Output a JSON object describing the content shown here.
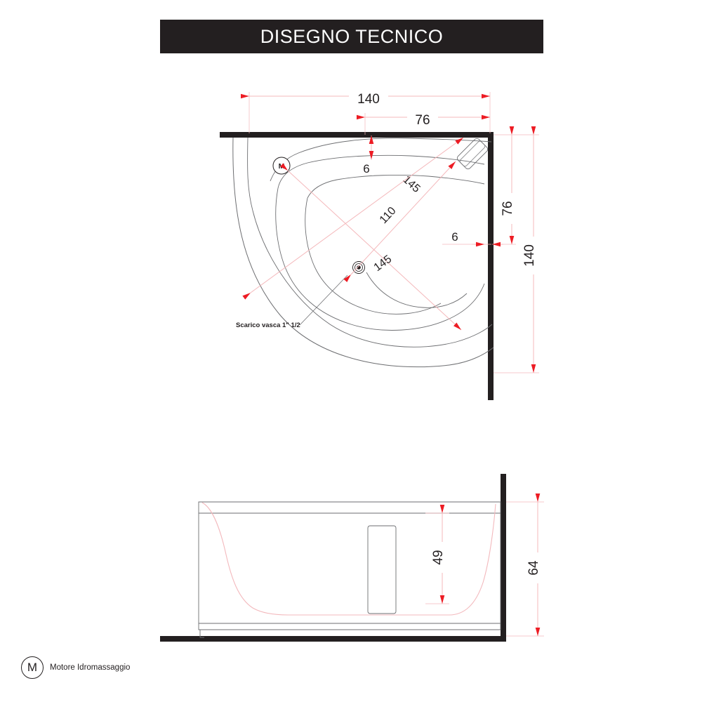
{
  "header": {
    "title": "DISEGNO TECNICO"
  },
  "colors": {
    "banner_background": "#231f20",
    "banner_text": "#ffffff",
    "dimension_red": "#ed1c24",
    "dimension_line": "#f4b8bb",
    "outline_gray": "#6d6e71",
    "wall_dark": "#231f20",
    "profile_pink": "#f3b9bd",
    "page_background": "#ffffff"
  },
  "plan_view": {
    "name": "corner-bathtub-plan",
    "dimensions": {
      "top_overall": "140",
      "top_inner": "76",
      "top_offset": "6",
      "right_offset": "6",
      "right_inner": "76",
      "right_overall": "140",
      "diagonal_outer_upper": "145",
      "diagonal_inner": "110",
      "diagonal_outer_lower": "145"
    },
    "annotations": {
      "drain_label": "Scarico vasca 1\" 1/2",
      "motor_marker": "M"
    }
  },
  "elevation_view": {
    "name": "bathtub-front-elevation",
    "dimensions": {
      "inner_height": "49",
      "overall_height": "64"
    }
  },
  "legend": {
    "symbol": "M",
    "label": "Motore Idromassaggio"
  }
}
